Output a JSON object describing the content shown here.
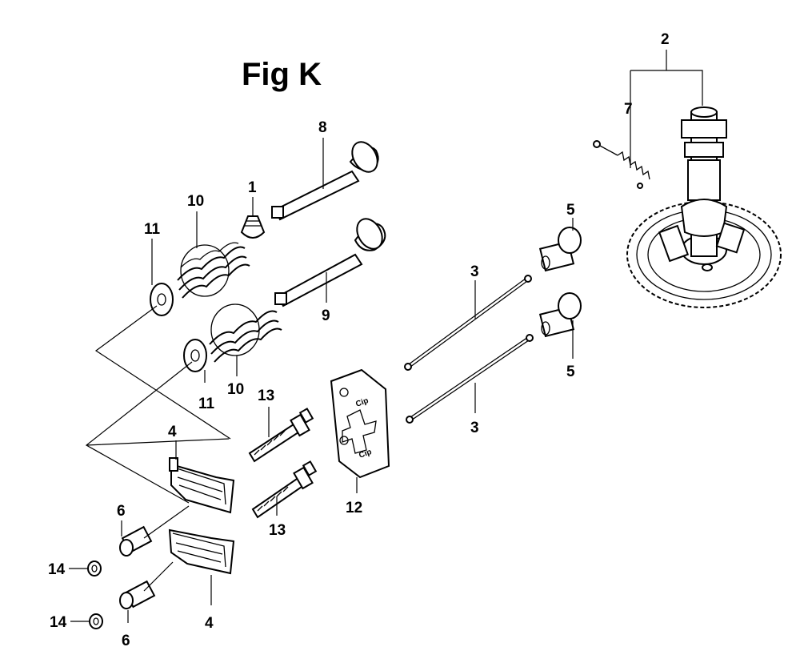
{
  "figure": {
    "title": "Fig K"
  },
  "callouts": {
    "c1": "1",
    "c2": "2",
    "c3a": "3",
    "c3b": "3",
    "c4a": "4",
    "c4b": "4",
    "c5a": "5",
    "c5b": "5",
    "c6a": "6",
    "c6b": "6",
    "c7": "7",
    "c8": "8",
    "c9": "9",
    "c10a": "10",
    "c10b": "10",
    "c11a": "11",
    "c11b": "11",
    "c12": "12",
    "c13a": "13",
    "c13b": "13",
    "c14a": "14",
    "c14b": "14"
  },
  "plate_markings": {
    "mark_upper": "Cip",
    "mark_lower": "Cip"
  }
}
